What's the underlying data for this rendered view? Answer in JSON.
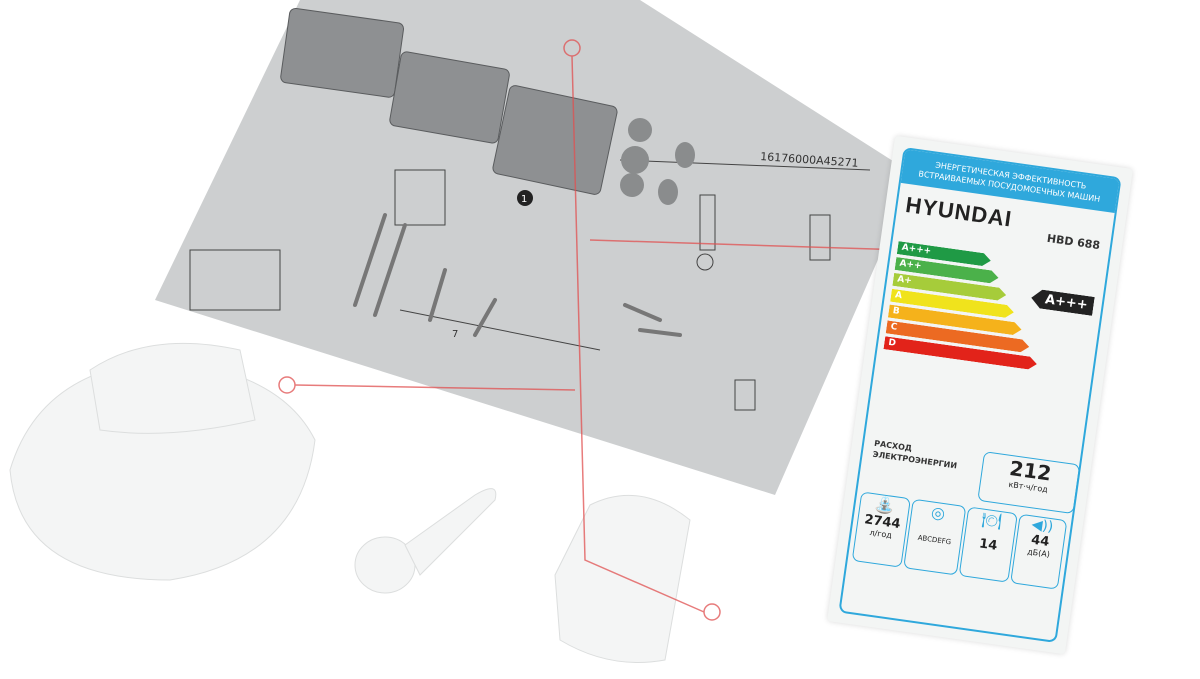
{
  "sheet": {
    "code": "16176000A45271",
    "step": "1",
    "step2": "7"
  },
  "energy_label": {
    "header_line1": "ЭНЕРГЕТИЧЕСКАЯ ЭФФЕКТИВНОСТЬ",
    "header_line2": "ВСТРАИВАЕМЫХ ПОСУДОМОЕЧНЫХ МАШИН",
    "brand": "HYUNDAI",
    "model": "HBD 688",
    "classes": [
      {
        "label": "A+++",
        "color": "#1f9a45"
      },
      {
        "label": "A++",
        "color": "#4bb14a"
      },
      {
        "label": "A+",
        "color": "#a6cc3a"
      },
      {
        "label": "A",
        "color": "#f0e31c"
      },
      {
        "label": "B",
        "color": "#f5b21b"
      },
      {
        "label": "C",
        "color": "#ec6a22"
      },
      {
        "label": "D",
        "color": "#e2231a"
      }
    ],
    "rating": "A+++",
    "consumption_label_1": "РАСХОД",
    "consumption_label_2": "ЭЛЕКТРОЭНЕРГИИ",
    "energy_value": "212",
    "energy_unit": "кВт·ч/год",
    "water_value": "2744",
    "water_unit": "л/год",
    "drying_class": "ABCDEFG",
    "place_settings": "14",
    "noise_value": "44",
    "noise_unit": "дБ(A)"
  },
  "colors": {
    "accent": "#2fa8dc",
    "watermark": "#e05050",
    "sheet": "#c9cbcc"
  }
}
